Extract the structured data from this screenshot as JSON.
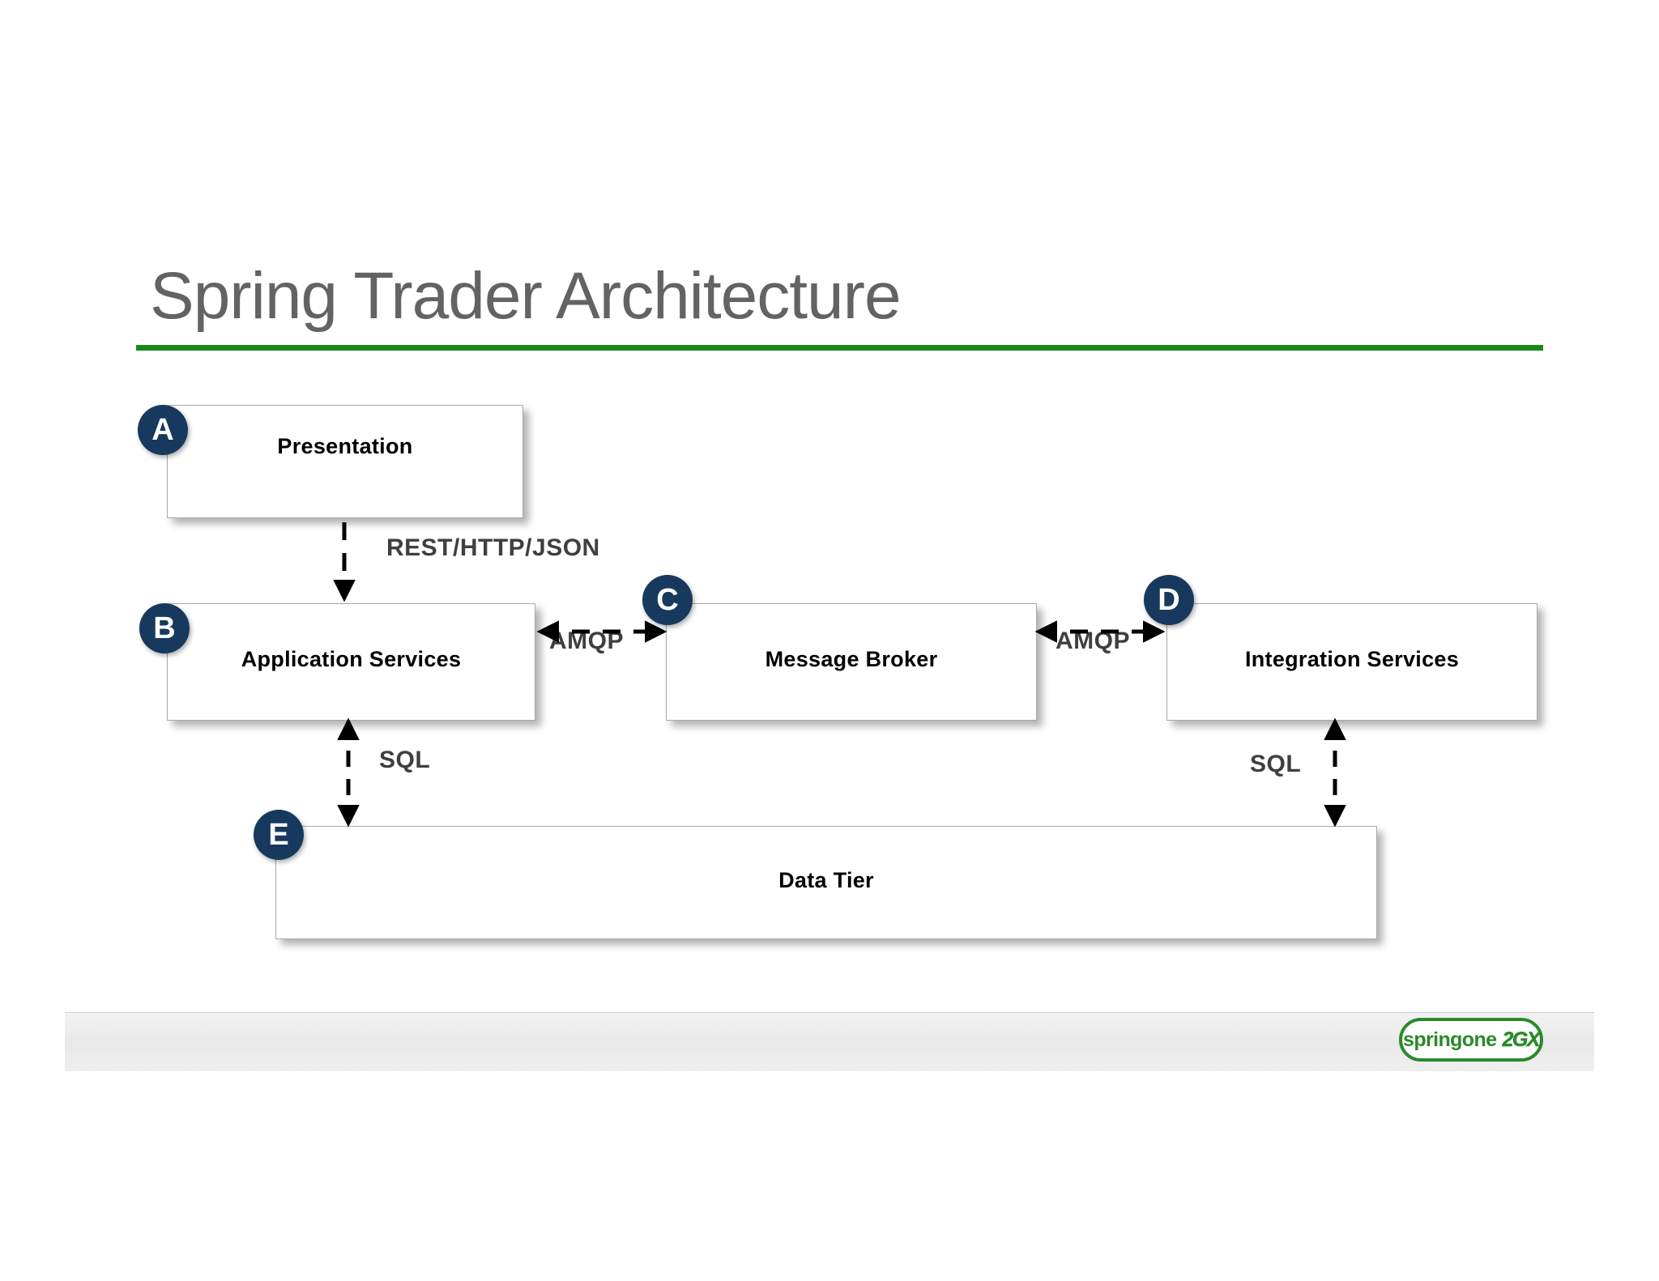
{
  "slide": {
    "title": "Spring Trader Architecture",
    "accent_green": "#1b8a1c",
    "badge_navy": "#17395e",
    "title_gray": "#636363"
  },
  "diagram": {
    "nodes": [
      {
        "id": "A",
        "badge": "A",
        "label": "Presentation"
      },
      {
        "id": "B",
        "badge": "B",
        "label": "Application Services"
      },
      {
        "id": "C",
        "badge": "C",
        "label": "Message Broker"
      },
      {
        "id": "D",
        "badge": "D",
        "label": "Integration Services"
      },
      {
        "id": "E",
        "badge": "E",
        "label": "Data Tier"
      }
    ],
    "connectors": [
      {
        "from": "A",
        "to": "B",
        "label": "REST/HTTP/JSON",
        "style": "dashed",
        "direction": "down"
      },
      {
        "from": "B",
        "to": "C",
        "label": "AMQP",
        "style": "dashed",
        "direction": "both-horizontal"
      },
      {
        "from": "C",
        "to": "D",
        "label": "AMQP",
        "style": "dashed",
        "direction": "both-horizontal"
      },
      {
        "from": "B",
        "to": "E",
        "label": "SQL",
        "style": "dashed",
        "direction": "both-vertical"
      },
      {
        "from": "D",
        "to": "E",
        "label": "SQL",
        "style": "dashed",
        "direction": "both-vertical"
      }
    ]
  },
  "footer": {
    "logo_word": "springone",
    "logo_mark": "2GX"
  }
}
